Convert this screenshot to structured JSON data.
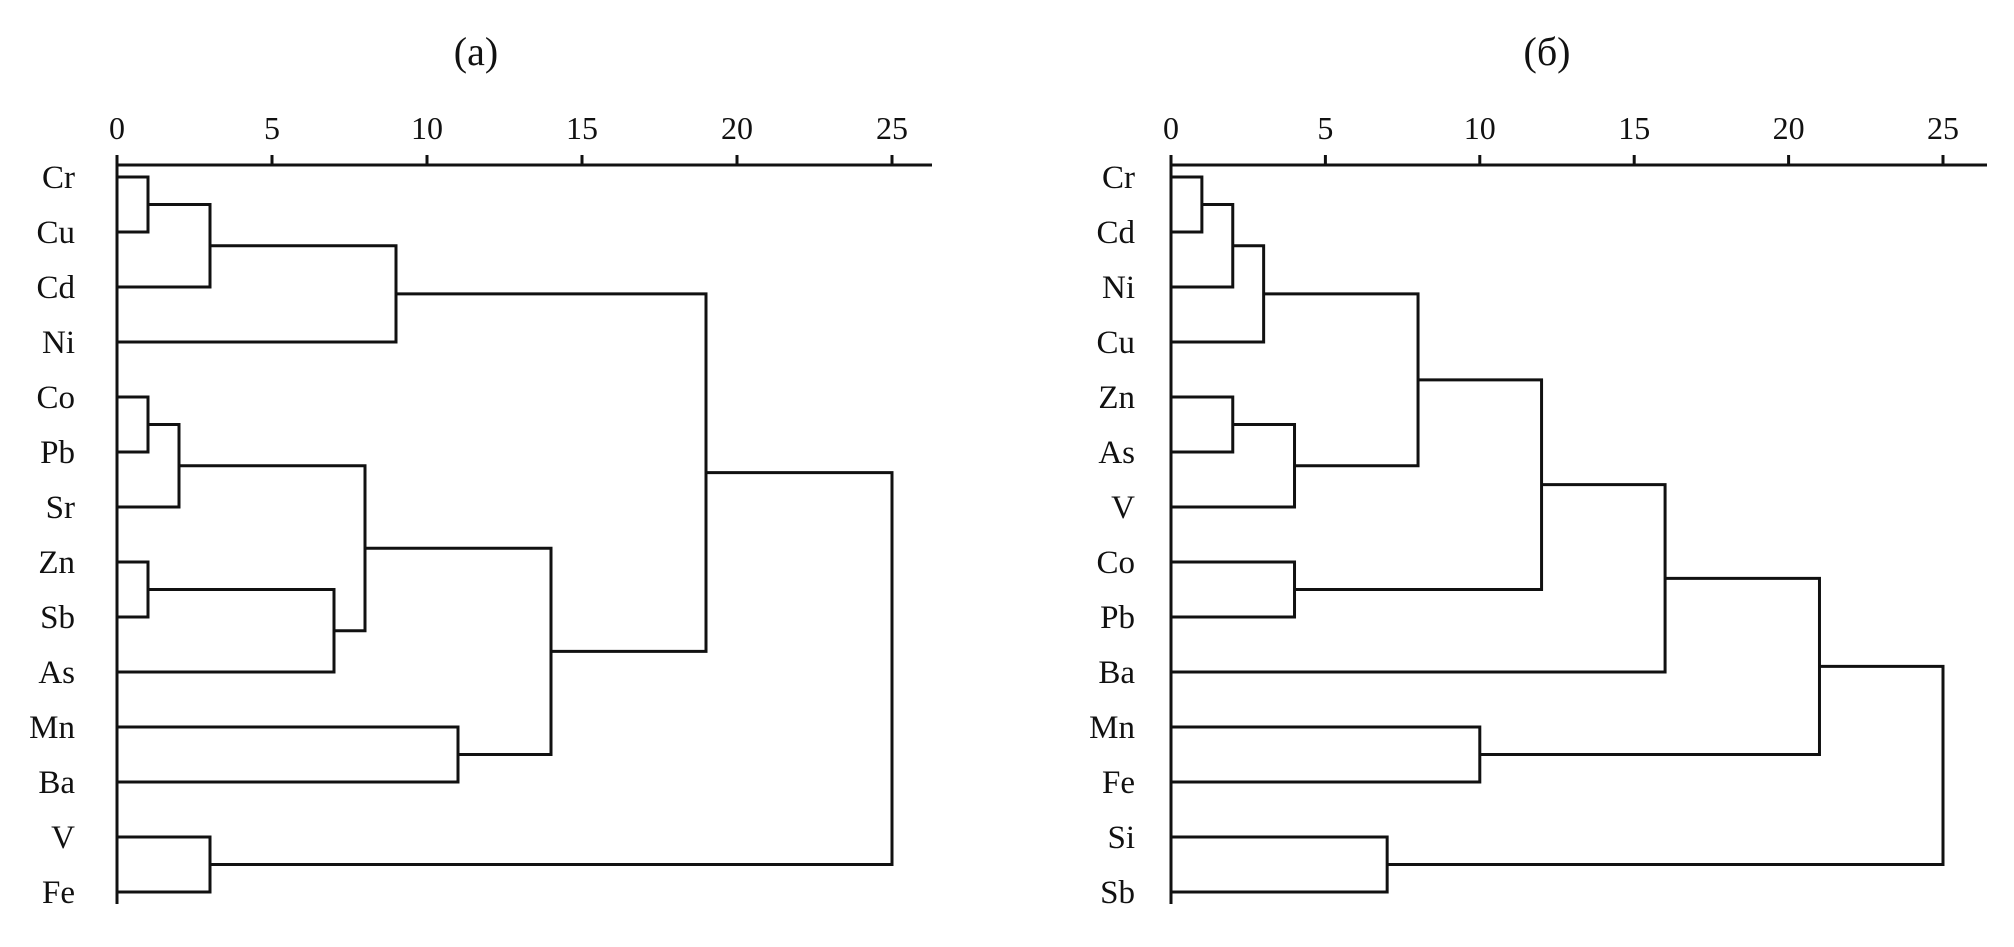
{
  "chart_data": [
    {
      "type": "dendrogram",
      "title": "(а)",
      "axis": {
        "ticks": [
          0,
          5,
          10,
          15,
          20,
          25
        ],
        "range": [
          0,
          26
        ]
      },
      "leaves": [
        "Cr",
        "Cu",
        "Cd",
        "Ni",
        "Co",
        "Pb",
        "Sr",
        "Zn",
        "Sb",
        "As",
        "Mn",
        "Ba",
        "V",
        "Fe"
      ],
      "merges": [
        {
          "children": [
            "Cr",
            "Cu"
          ],
          "height": 1
        },
        {
          "children": [
            0,
            "Cd"
          ],
          "height": 3
        },
        {
          "children": [
            1,
            "Ni"
          ],
          "height": 9
        },
        {
          "children": [
            "Co",
            "Pb"
          ],
          "height": 1
        },
        {
          "children": [
            3,
            "Sr"
          ],
          "height": 2
        },
        {
          "children": [
            "Zn",
            "Sb"
          ],
          "height": 1
        },
        {
          "children": [
            5,
            "As"
          ],
          "height": 7
        },
        {
          "children": [
            4,
            6
          ],
          "height": 8
        },
        {
          "children": [
            "Mn",
            "Ba"
          ],
          "height": 11
        },
        {
          "children": [
            7,
            8
          ],
          "height": 14
        },
        {
          "children": [
            2,
            9
          ],
          "height": 19
        },
        {
          "children": [
            "V",
            "Fe"
          ],
          "height": 3
        },
        {
          "children": [
            10,
            11
          ],
          "height": 25
        }
      ]
    },
    {
      "type": "dendrogram",
      "title": "(б)",
      "axis": {
        "ticks": [
          0,
          5,
          10,
          15,
          20,
          25
        ],
        "range": [
          0,
          26
        ]
      },
      "leaves": [
        "Cr",
        "Cd",
        "Ni",
        "Cu",
        "Zn",
        "As",
        "V",
        "Co",
        "Pb",
        "Ba",
        "Mn",
        "Fe",
        "Si",
        "Sb"
      ],
      "merges": [
        {
          "children": [
            "Cr",
            "Cd"
          ],
          "height": 1
        },
        {
          "children": [
            0,
            "Ni"
          ],
          "height": 2
        },
        {
          "children": [
            1,
            "Cu"
          ],
          "height": 3
        },
        {
          "children": [
            "Zn",
            "As"
          ],
          "height": 2
        },
        {
          "children": [
            3,
            "V"
          ],
          "height": 4
        },
        {
          "children": [
            2,
            4
          ],
          "height": 8
        },
        {
          "children": [
            "Co",
            "Pb"
          ],
          "height": 4
        },
        {
          "children": [
            5,
            6
          ],
          "height": 12
        },
        {
          "children": [
            7,
            "Ba"
          ],
          "height": 16
        },
        {
          "children": [
            "Mn",
            "Fe"
          ],
          "height": 10
        },
        {
          "children": [
            8,
            9
          ],
          "height": 21
        },
        {
          "children": [
            "Si",
            "Sb"
          ],
          "height": 7
        },
        {
          "children": [
            10,
            11
          ],
          "height": 25
        }
      ]
    }
  ]
}
